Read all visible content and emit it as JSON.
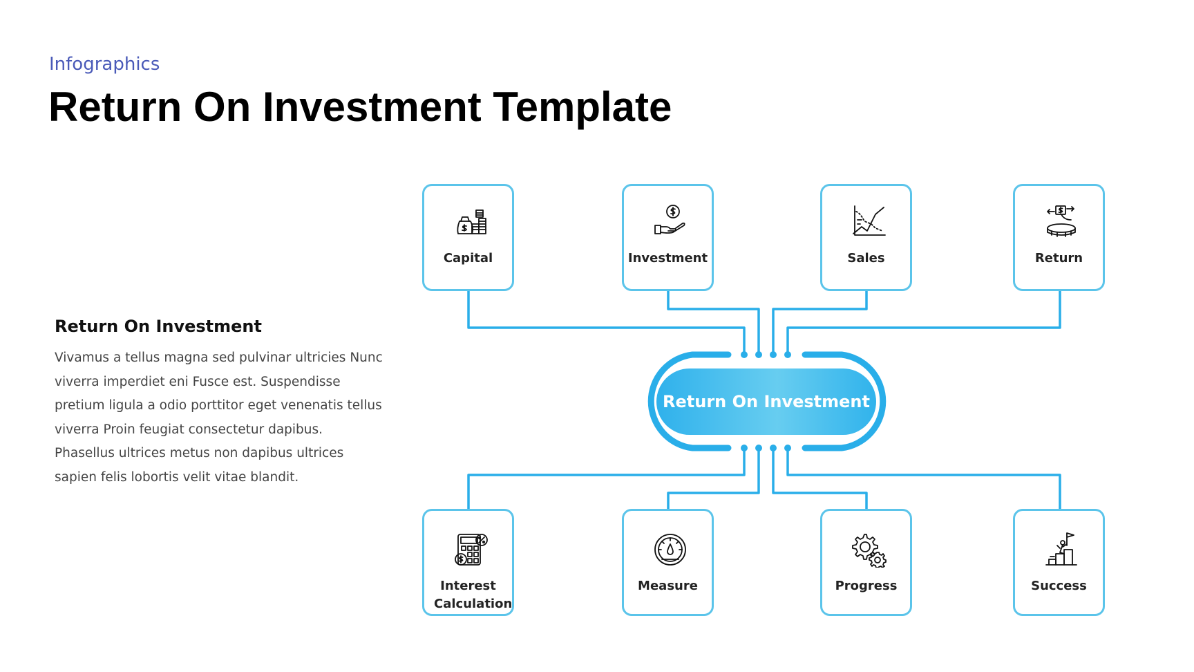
{
  "header": {
    "eyebrow": "Infographics",
    "title": "Return On Investment Template"
  },
  "side": {
    "heading": "Return On Investment",
    "body": "Vivamus a tellus magna sed pulvinar ultricies Nunc viverra imperdiet eni Fusce est. Suspendisse pretium ligula a odio porttitor eget venenatis tellus viverra Proin feugiat consectetur dapibus. Phasellus ultrices metus non dapibus ultrices sapien felis lobortis velit vitae blandit."
  },
  "diagram": {
    "center_label": "Return On Investment",
    "accent_color": "#29aee9",
    "border_color": "#5bc4ea",
    "top_items": [
      {
        "label": "Capital",
        "icon": "money-bag-coins-icon"
      },
      {
        "label": "Investment",
        "icon": "hand-coin-icon"
      },
      {
        "label": "Sales",
        "icon": "line-chart-icon"
      },
      {
        "label": "Return",
        "icon": "coin-stack-return-icon"
      }
    ],
    "bottom_items": [
      {
        "label": "Interest Calculation",
        "icon": "calculator-percent-icon"
      },
      {
        "label": "Measure",
        "icon": "gauge-icon"
      },
      {
        "label": "Progress",
        "icon": "gears-icon"
      },
      {
        "label": "Success",
        "icon": "flag-podium-icon"
      }
    ]
  }
}
